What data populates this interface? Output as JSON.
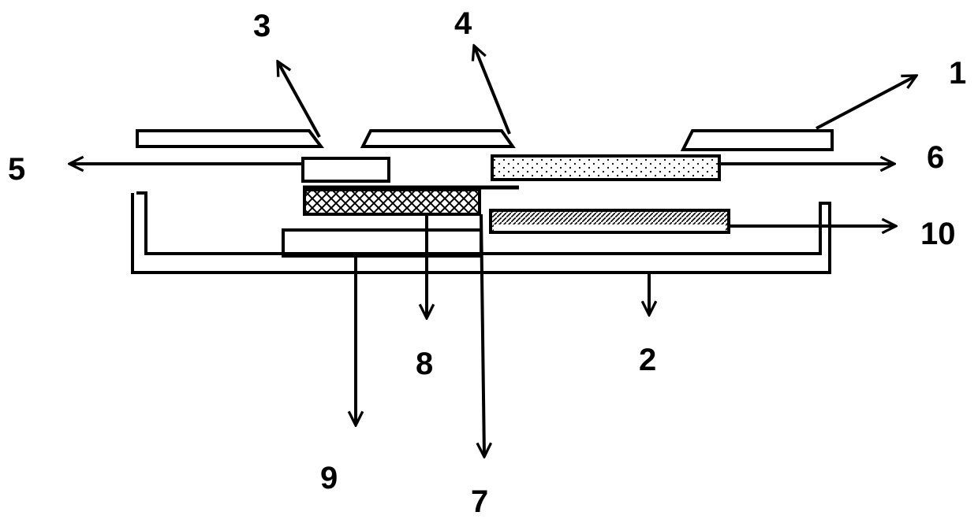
{
  "diagram": {
    "labels": {
      "n1": "1",
      "n2": "2",
      "n3": "3",
      "n4": "4",
      "n5": "5",
      "n6": "6",
      "n7": "7",
      "n8": "8",
      "n9": "9",
      "n10": "10"
    },
    "colors": {
      "line": "#000000",
      "background": "#ffffff",
      "hatch": "#000000"
    }
  }
}
